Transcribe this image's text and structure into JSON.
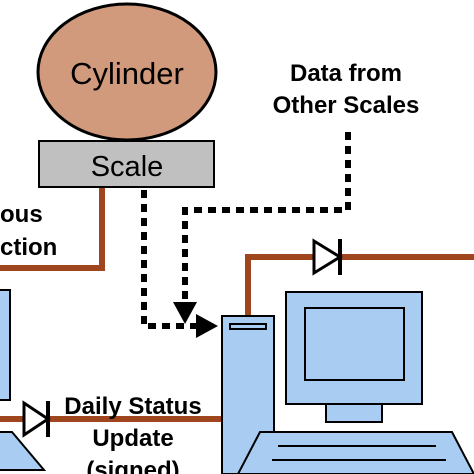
{
  "cylinder": {
    "label": "Cylinder"
  },
  "scale": {
    "label": "Scale"
  },
  "data_from_other_scales": {
    "line1": "Data from",
    "line2": "Other Scales"
  },
  "left_cut_label": {
    "line1": "ous",
    "line2": "ction"
  },
  "daily_status": {
    "line1": "Daily Status",
    "line2": "Update",
    "line3": "(signed)"
  },
  "colors": {
    "cylinder_fill": "#d19a7c",
    "scale_fill": "#c0c0c0",
    "wire": "#a0461e",
    "computer_fill": "#a9cdf2",
    "outline": "#000000"
  }
}
